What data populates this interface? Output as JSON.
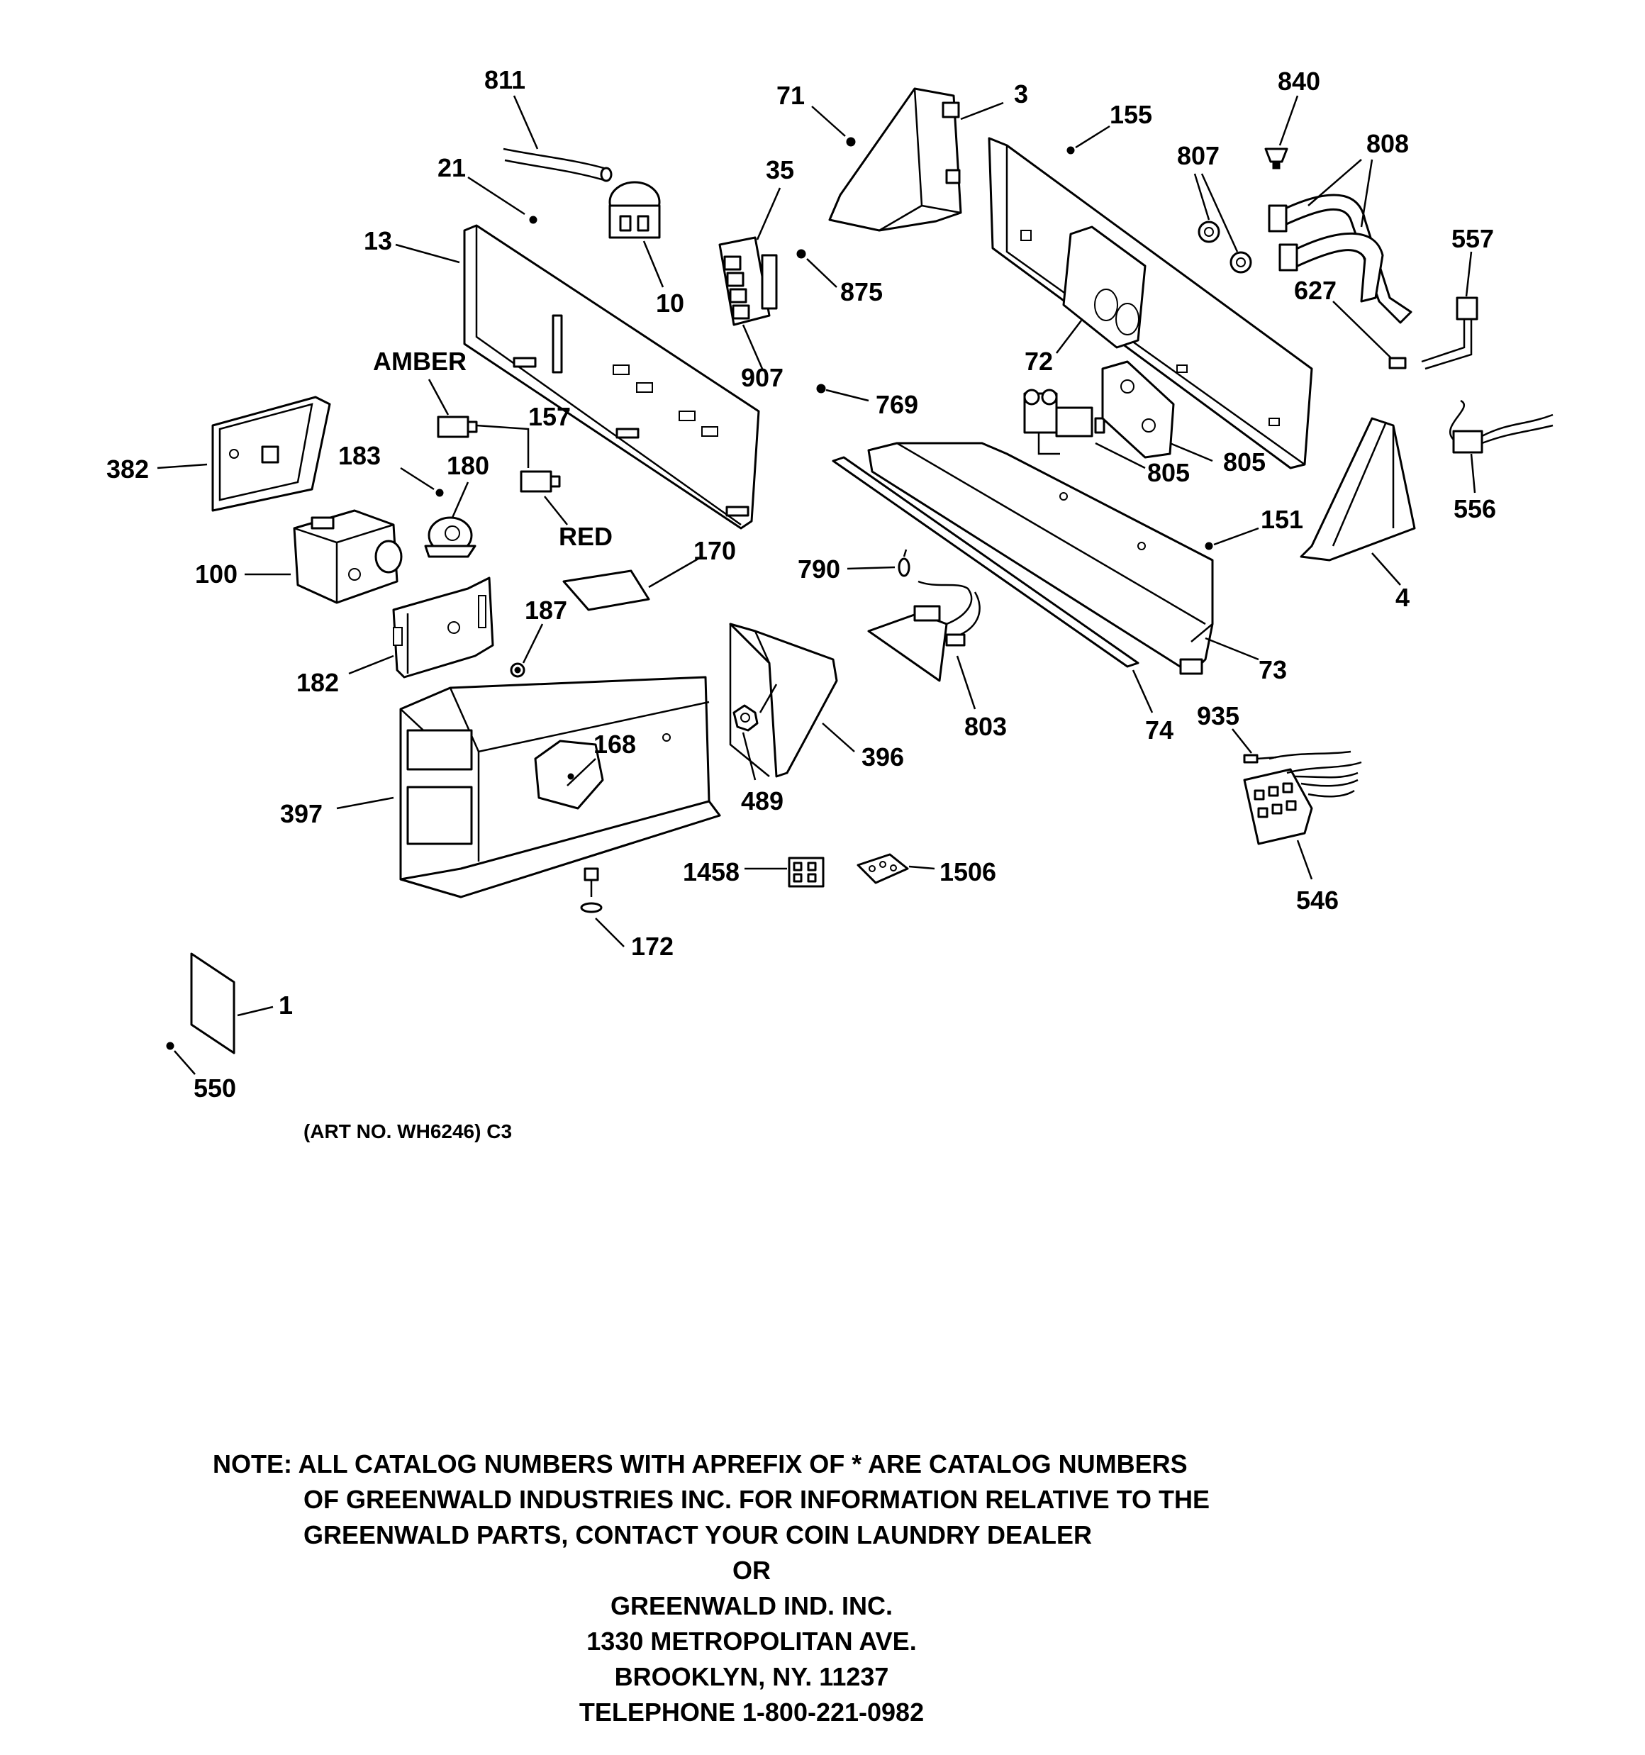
{
  "callouts": {
    "c811": "811",
    "c21": "21",
    "c13": "13",
    "c10": "10",
    "c71": "71",
    "c3": "3",
    "c35": "35",
    "c875": "875",
    "c907": "907",
    "c155": "155",
    "c807": "807",
    "c840": "840",
    "c808": "808",
    "c557": "557",
    "c627": "627",
    "c72": "72",
    "camber": "AMBER",
    "c157": "157",
    "c382": "382",
    "c183": "183",
    "c180": "180",
    "cred": "RED",
    "c769": "769",
    "c805a": "805",
    "c805b": "805",
    "c556": "556",
    "c151": "151",
    "c100": "100",
    "c170": "170",
    "c790": "790",
    "c4": "4",
    "c187": "187",
    "c182": "182",
    "c73": "73",
    "c168": "168",
    "c396": "396",
    "c803": "803",
    "c74": "74",
    "c935": "935",
    "c397": "397",
    "c489": "489",
    "c1458": "1458",
    "c1506": "1506",
    "c546": "546",
    "c172": "172",
    "c1": "1",
    "c550": "550"
  },
  "art_number": "(ART NO. WH6246) C3",
  "note": {
    "line1": "NOTE: ALL CATALOG NUMBERS WITH APREFIX OF * ARE CATALOG NUMBERS",
    "line2": "OF GREENWALD INDUSTRIES INC. FOR INFORMATION RELATIVE TO THE",
    "line3": "GREENWALD PARTS, CONTACT YOUR COIN LAUNDRY DEALER",
    "line4": "OR",
    "line5": "GREENWALD IND. INC.",
    "line6": "1330 METROPOLITAN AVE.",
    "line7": "BROOKLYN, NY. 11237",
    "line8": "TELEPHONE 1-800-221-0982"
  }
}
